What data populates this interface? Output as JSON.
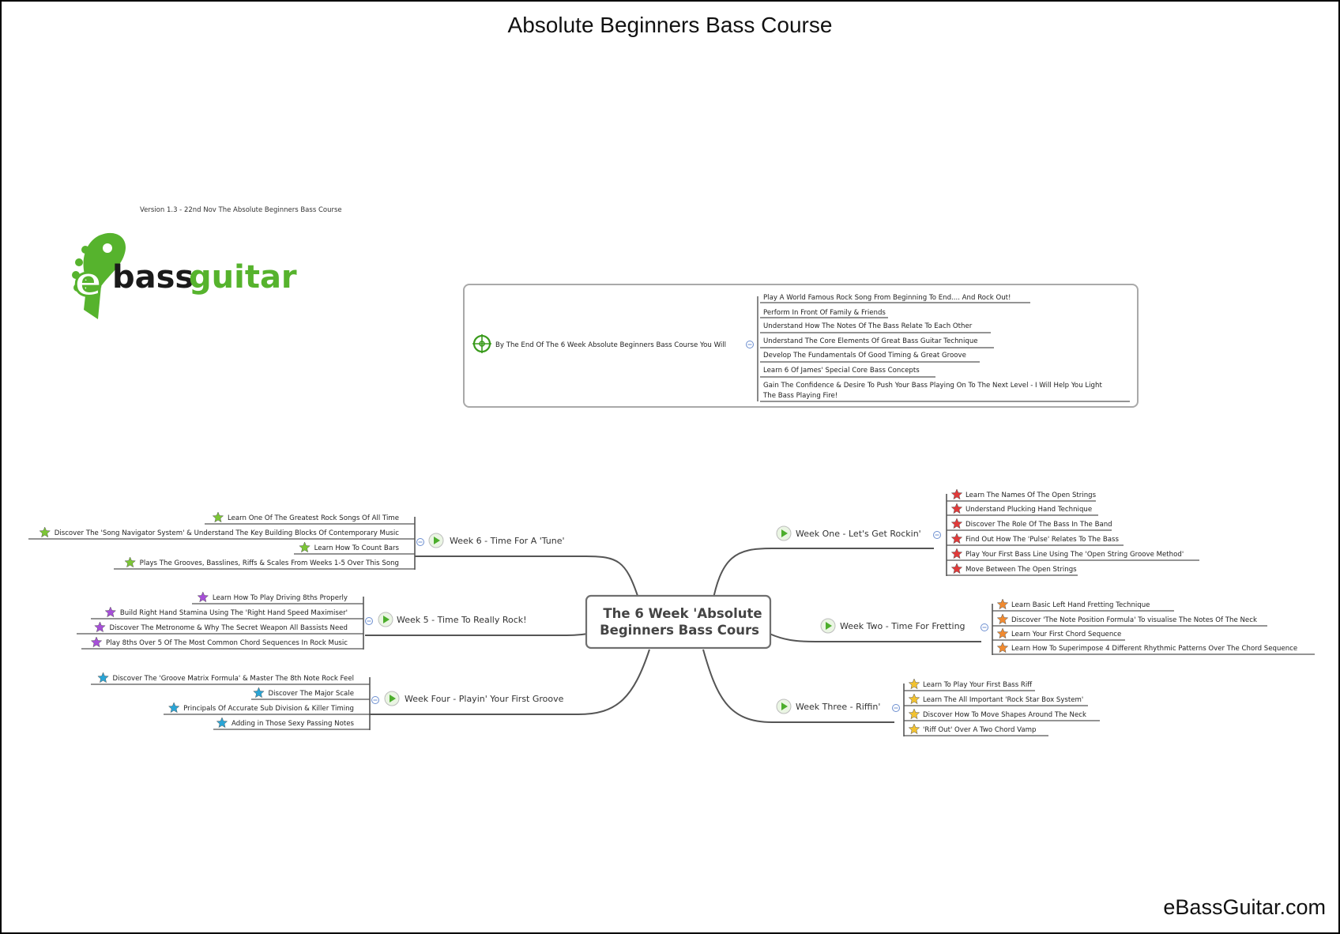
{
  "title": "Absolute Beginners Bass Course",
  "footer_brand": "eBassGuitar.com",
  "version_note": "Version 1.3 - 22nd Nov The Absolute Beginners Bass Course",
  "logo_text": {
    "e": "e",
    "bass": "bass",
    "guitar": "guitar"
  },
  "central": {
    "line1": "The 6 Week 'Absolute",
    "line2": "Beginners Bass Cours"
  },
  "outcomes": {
    "root": "By The End Of The 6 Week Absolute Beginners Bass Course You Will",
    "icon": "target-icon",
    "items": [
      "Play A World Famous Rock Song From Beginning To End.... And Rock Out!",
      "Perform In Front Of Family & Friends",
      "Understand How The Notes Of The Bass Relate To Each Other",
      "Understand The Core Elements Of Great Bass Guitar Technique",
      "Develop The Fundamentals Of Good Timing & Great Groove",
      "Learn 6 Of James' Special Core Bass Concepts",
      "Gain The Confidence & Desire To Push Your Bass Playing On To The Next Level - I Will Help You Light",
      "The Bass Playing Fire!"
    ]
  },
  "weeks": [
    {
      "label": "Week One - Let's Get Rockin'",
      "star_color": "#e03a3a",
      "items": [
        "Learn The Names Of The Open Strings",
        "Understand Plucking Hand Technique",
        "Discover The Role Of The Bass In The Band",
        "Find Out How The 'Pulse' Relates To The Bass",
        "Play Your First Bass Line Using The 'Open String Groove Method'",
        "Move Between The Open Strings"
      ]
    },
    {
      "label": "Week Two - Time For Fretting",
      "star_color": "#f08a30",
      "items": [
        "Learn Basic Left Hand Fretting Technique",
        "Discover 'The Note Position Formula' To visualise The Notes Of The Neck",
        "Learn Your First Chord Sequence",
        "Learn How To Superimpose 4 Different Rhythmic Patterns Over The Chord Sequence"
      ]
    },
    {
      "label": "Week Three - Riffin'",
      "star_color": "#f2c230",
      "items": [
        "Learn To Play Your First Bass Riff",
        "Learn The All Important 'Rock Star Box System'",
        "Discover How To Move Shapes Around The Neck",
        "'Riff Out' Over A Two Chord Vamp"
      ]
    },
    {
      "label": "Week Four - Playin' Your First Groove",
      "star_color": "#2aa5d6",
      "items": [
        "Discover The 'Groove Matrix Formula' & Master The 8th Note Rock Feel",
        "Discover The Major Scale",
        "Principals Of Accurate Sub Division & Killer Timing",
        "Adding in Those Sexy Passing Notes"
      ]
    },
    {
      "label": "Week 5 - Time To Really Rock!",
      "star_color": "#a64fd8",
      "items": [
        "Learn How To Play Driving 8ths Properly",
        "Build Right Hand Stamina Using The 'Right Hand Speed Maximiser'",
        "Discover The Metronome & Why The Secret Weapon All Bassists Need",
        "Play 8ths Over 5 Of The Most Common Chord Sequences In Rock Music"
      ]
    },
    {
      "label": "Week 6 - Time For A 'Tune'",
      "star_color": "#7cc636",
      "items": [
        "Learn One Of The Greatest Rock Songs Of All Time",
        "Discover The 'Song Navigator System' & Understand The Key Building Blocks Of Contemporary Music",
        "Learn How To Count Bars",
        "Plays The Grooves, Basslines, Riffs & Scales From Weeks 1-5 Over This Song"
      ]
    }
  ],
  "colors": {
    "logo_green": "#56b32d",
    "logo_dark": "#1a1a1a",
    "play_green": "#4cae2c",
    "collapse_blue": "#6d8fd0"
  }
}
